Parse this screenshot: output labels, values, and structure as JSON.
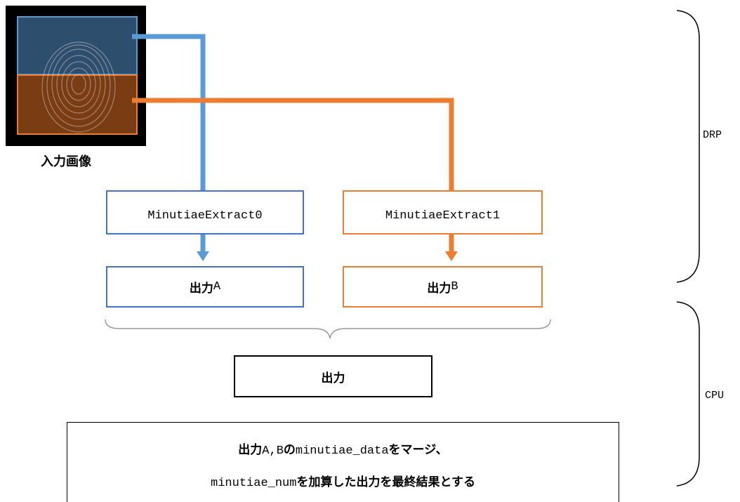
{
  "input": {
    "caption": "入力画像"
  },
  "extract": {
    "a_label": "MinutiaeExtract0",
    "b_label": "MinutiaeExtract1"
  },
  "outputs": {
    "a_prefix": "出力",
    "a_suffix": "A",
    "b_prefix": "出力",
    "b_suffix": "B",
    "merged": "出力"
  },
  "note": {
    "line1_a": "出力",
    "line1_b": "A,B",
    "line1_c": "の",
    "line1_d": "minutiae_data",
    "line1_e": "をマージ、",
    "line2_a": "minutiae_num",
    "line2_b": "を加算した出力を最終結果とする"
  },
  "sides": {
    "top": "DRP",
    "bottom": "CPU"
  },
  "colors": {
    "blue": "#5b9bd5",
    "orange": "#ed7d31",
    "blue_border": "#4472c4"
  }
}
